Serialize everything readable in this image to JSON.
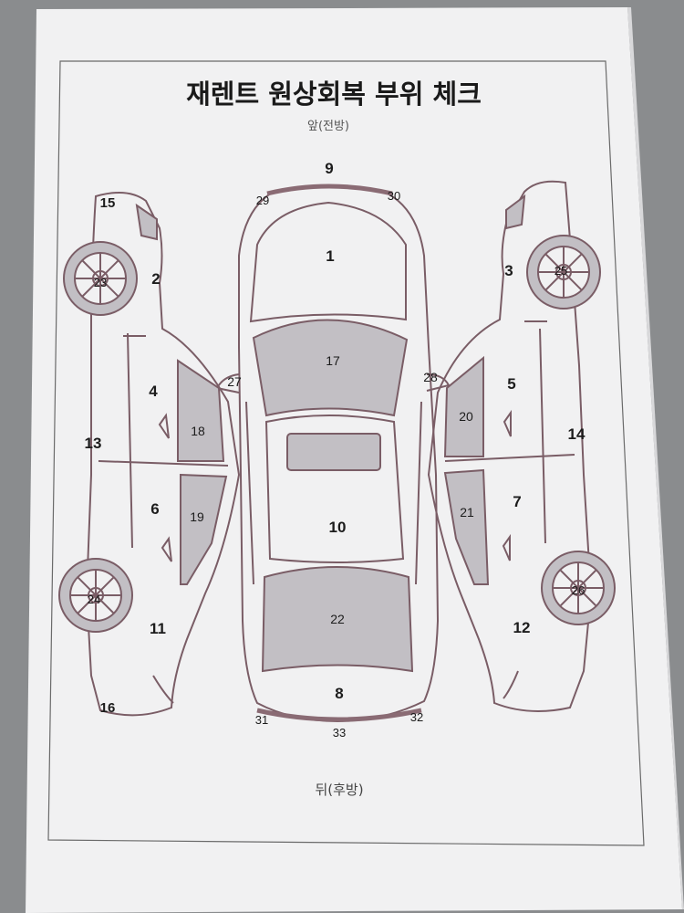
{
  "document": {
    "title": "재렌트 원상회복 부위 체크",
    "front_label": "앞(전방)",
    "rear_label": "뒤(후방)"
  },
  "colors": {
    "paper": "#f1f1f2",
    "shade": "#c2bfc4",
    "line": "#7a5d66"
  },
  "part_numbers": [
    "1",
    "2",
    "3",
    "4",
    "5",
    "6",
    "7",
    "8",
    "9",
    "10",
    "11",
    "12",
    "13",
    "14",
    "15",
    "16",
    "17",
    "18",
    "19",
    "20",
    "21",
    "22",
    "23",
    "24",
    "25",
    "26",
    "27",
    "28",
    "29",
    "30",
    "31",
    "32",
    "33"
  ]
}
